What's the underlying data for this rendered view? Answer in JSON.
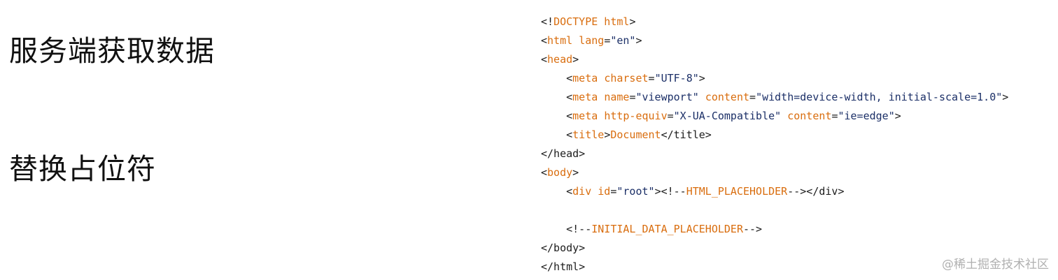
{
  "headings": {
    "fetch_data": "服务端获取数据",
    "replace_placeholder": "替换占位符"
  },
  "code_lines": [
    {
      "indent": "",
      "tokens": [
        {
          "t": "<!",
          "c": "punct"
        },
        {
          "t": "DOCTYPE html",
          "c": "tag"
        },
        {
          "t": ">",
          "c": "punct"
        }
      ]
    },
    {
      "indent": "",
      "tokens": [
        {
          "t": "<",
          "c": "punct"
        },
        {
          "t": "html",
          "c": "tag"
        },
        {
          "t": " ",
          "c": "punct"
        },
        {
          "t": "lang",
          "c": "attr"
        },
        {
          "t": "=",
          "c": "punct"
        },
        {
          "t": "\"en\"",
          "c": "str"
        },
        {
          "t": ">",
          "c": "punct"
        }
      ]
    },
    {
      "indent": "",
      "tokens": [
        {
          "t": "<",
          "c": "punct"
        },
        {
          "t": "head",
          "c": "tag"
        },
        {
          "t": ">",
          "c": "punct"
        }
      ]
    },
    {
      "indent": "    ",
      "tokens": [
        {
          "t": "<",
          "c": "punct"
        },
        {
          "t": "meta",
          "c": "tag"
        },
        {
          "t": " ",
          "c": "punct"
        },
        {
          "t": "charset",
          "c": "attr"
        },
        {
          "t": "=",
          "c": "punct"
        },
        {
          "t": "\"UTF-8\"",
          "c": "str"
        },
        {
          "t": ">",
          "c": "punct"
        }
      ]
    },
    {
      "indent": "    ",
      "tokens": [
        {
          "t": "<",
          "c": "punct"
        },
        {
          "t": "meta",
          "c": "tag"
        },
        {
          "t": " ",
          "c": "punct"
        },
        {
          "t": "name",
          "c": "attr"
        },
        {
          "t": "=",
          "c": "punct"
        },
        {
          "t": "\"viewport\"",
          "c": "str"
        },
        {
          "t": " ",
          "c": "punct"
        },
        {
          "t": "content",
          "c": "attr"
        },
        {
          "t": "=",
          "c": "punct"
        },
        {
          "t": "\"width=device-width, initial-scale=1.0\"",
          "c": "str"
        },
        {
          "t": ">",
          "c": "punct"
        }
      ]
    },
    {
      "indent": "    ",
      "tokens": [
        {
          "t": "<",
          "c": "punct"
        },
        {
          "t": "meta",
          "c": "tag"
        },
        {
          "t": " ",
          "c": "punct"
        },
        {
          "t": "http-equiv",
          "c": "attr"
        },
        {
          "t": "=",
          "c": "punct"
        },
        {
          "t": "\"X-UA-Compatible\"",
          "c": "str"
        },
        {
          "t": " ",
          "c": "punct"
        },
        {
          "t": "content",
          "c": "attr"
        },
        {
          "t": "=",
          "c": "punct"
        },
        {
          "t": "\"ie=edge\"",
          "c": "str"
        },
        {
          "t": ">",
          "c": "punct"
        }
      ]
    },
    {
      "indent": "    ",
      "tokens": [
        {
          "t": "<",
          "c": "punct"
        },
        {
          "t": "title",
          "c": "tag"
        },
        {
          "t": ">",
          "c": "punct"
        },
        {
          "t": "Document",
          "c": "text"
        },
        {
          "t": "</title>",
          "c": "punct"
        }
      ]
    },
    {
      "indent": "",
      "tokens": [
        {
          "t": "</head>",
          "c": "punct"
        }
      ]
    },
    {
      "indent": "",
      "tokens": [
        {
          "t": "<",
          "c": "punct"
        },
        {
          "t": "body",
          "c": "tag"
        },
        {
          "t": ">",
          "c": "punct"
        }
      ]
    },
    {
      "indent": "    ",
      "tokens": [
        {
          "t": "<",
          "c": "punct"
        },
        {
          "t": "div",
          "c": "tag"
        },
        {
          "t": " ",
          "c": "punct"
        },
        {
          "t": "id",
          "c": "attr"
        },
        {
          "t": "=",
          "c": "punct"
        },
        {
          "t": "\"root\"",
          "c": "str"
        },
        {
          "t": "><!--",
          "c": "punct"
        },
        {
          "t": "HTML_PLACEHOLDER",
          "c": "text"
        },
        {
          "t": "--></div>",
          "c": "punct"
        }
      ]
    },
    {
      "indent": "",
      "tokens": []
    },
    {
      "indent": "    ",
      "tokens": [
        {
          "t": "<!--",
          "c": "punct"
        },
        {
          "t": "INITIAL_DATA_PLACEHOLDER",
          "c": "text"
        },
        {
          "t": "-->",
          "c": "punct"
        }
      ]
    },
    {
      "indent": "",
      "tokens": [
        {
          "t": "</body>",
          "c": "punct"
        }
      ]
    },
    {
      "indent": "",
      "tokens": [
        {
          "t": "</html>",
          "c": "punct"
        }
      ]
    }
  ],
  "watermark": "@稀土掘金技术社区",
  "colors": {
    "heading": "#111111",
    "code_default": "#1c1c1c",
    "code_tag": "#d96d0e",
    "code_string": "#1b2f67",
    "watermark": "#b0b0b0",
    "background": "#ffffff"
  }
}
